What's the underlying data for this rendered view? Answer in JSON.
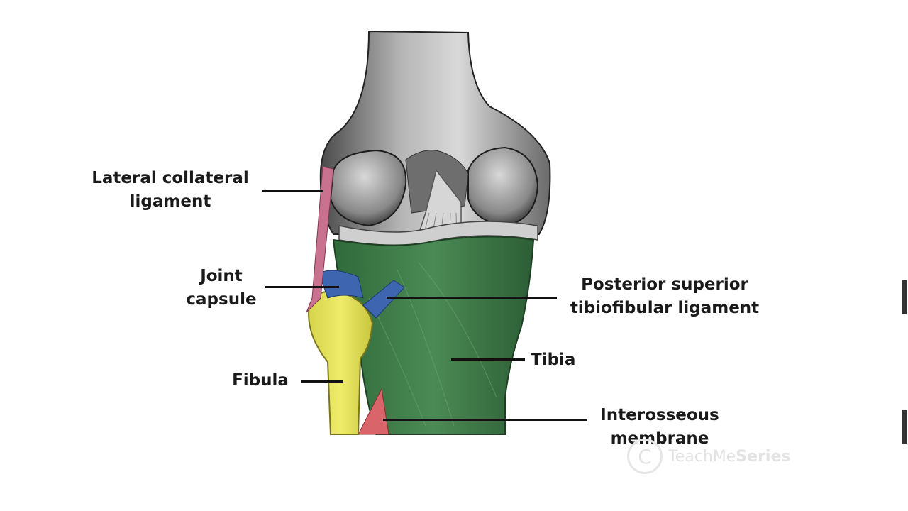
{
  "labels": {
    "lcl": [
      "Lateral collateral",
      "ligament"
    ],
    "capsule": [
      "Joint",
      "capsule"
    ],
    "ptfl": [
      "Posterior superior",
      "tibiofibular ligament"
    ],
    "tibia": "Tibia",
    "fibula": "Fibula",
    "interosseous": [
      "Interosseous",
      "membrane"
    ]
  },
  "watermark": {
    "symbol": "C",
    "brand_a": "TeachMe",
    "brand_b": "Series"
  },
  "colors": {
    "tibia": "#3f7a4a",
    "fibula": "#e0df55",
    "lcl": "#c9728f",
    "capsule": "#3e66b0",
    "interosseous": "#d9656a",
    "bone_grey": "#8d8d8d"
  }
}
